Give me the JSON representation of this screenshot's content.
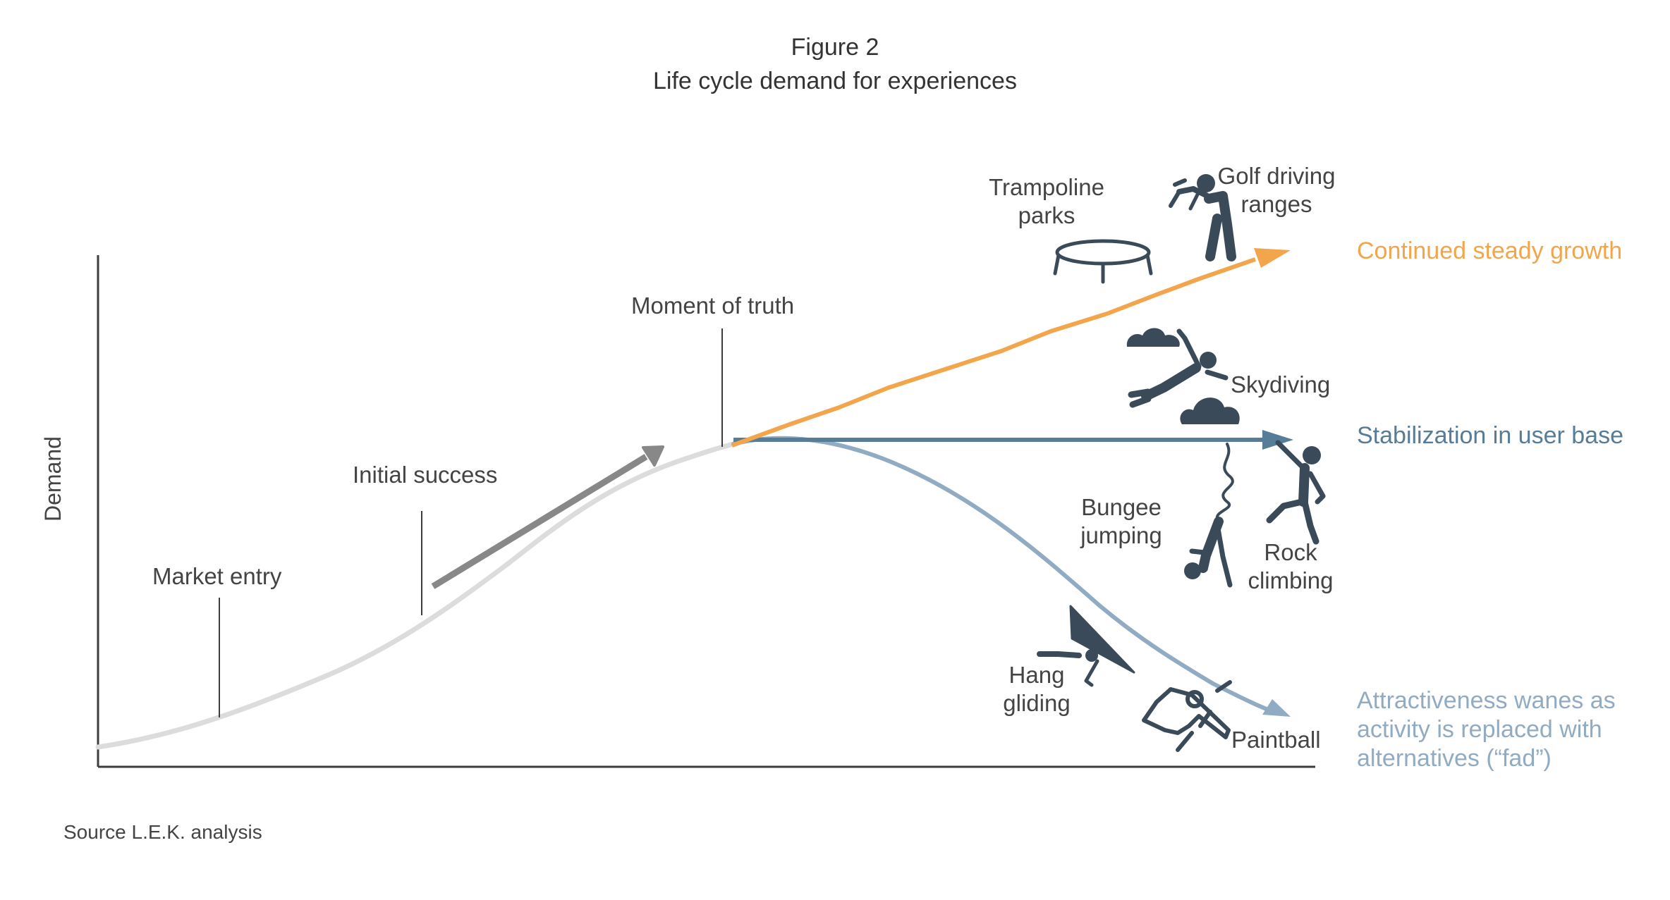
{
  "figure": {
    "number": "Figure 2",
    "title": "Life cycle demand for experiences"
  },
  "axes": {
    "ylabel": "Demand"
  },
  "stages": {
    "market_entry": "Market entry",
    "initial_success": "Initial success",
    "moment_of_truth": "Moment of truth"
  },
  "outcomes": {
    "growth": {
      "label": "Continued steady growth",
      "color": "#f2a54a"
    },
    "stable": {
      "label": "Stabilization in user base",
      "color": "#567c98"
    },
    "fad": {
      "line1": "Attractiveness wanes as",
      "line2": "activity is replaced with",
      "line3": "alternatives (“fad”)",
      "color": "#90abc2"
    }
  },
  "activities": {
    "trampoline": {
      "line1": "Trampoline",
      "line2": "parks"
    },
    "golf": {
      "line1": "Golf driving",
      "line2": "ranges"
    },
    "skydiving": {
      "label": "Skydiving"
    },
    "bungee": {
      "line1": "Bungee",
      "line2": "jumping"
    },
    "rock": {
      "line1": "Rock",
      "line2": "climbing"
    },
    "hang": {
      "line1": "Hang",
      "line2": "gliding"
    },
    "paintball": {
      "label": "Paintball"
    }
  },
  "colors": {
    "base_curve": "#dcdcdc",
    "axis": "#3d3d3d",
    "arrow": "#888888",
    "icon": "#3a4a58"
  },
  "source": "Source  L.E.K. analysis"
}
